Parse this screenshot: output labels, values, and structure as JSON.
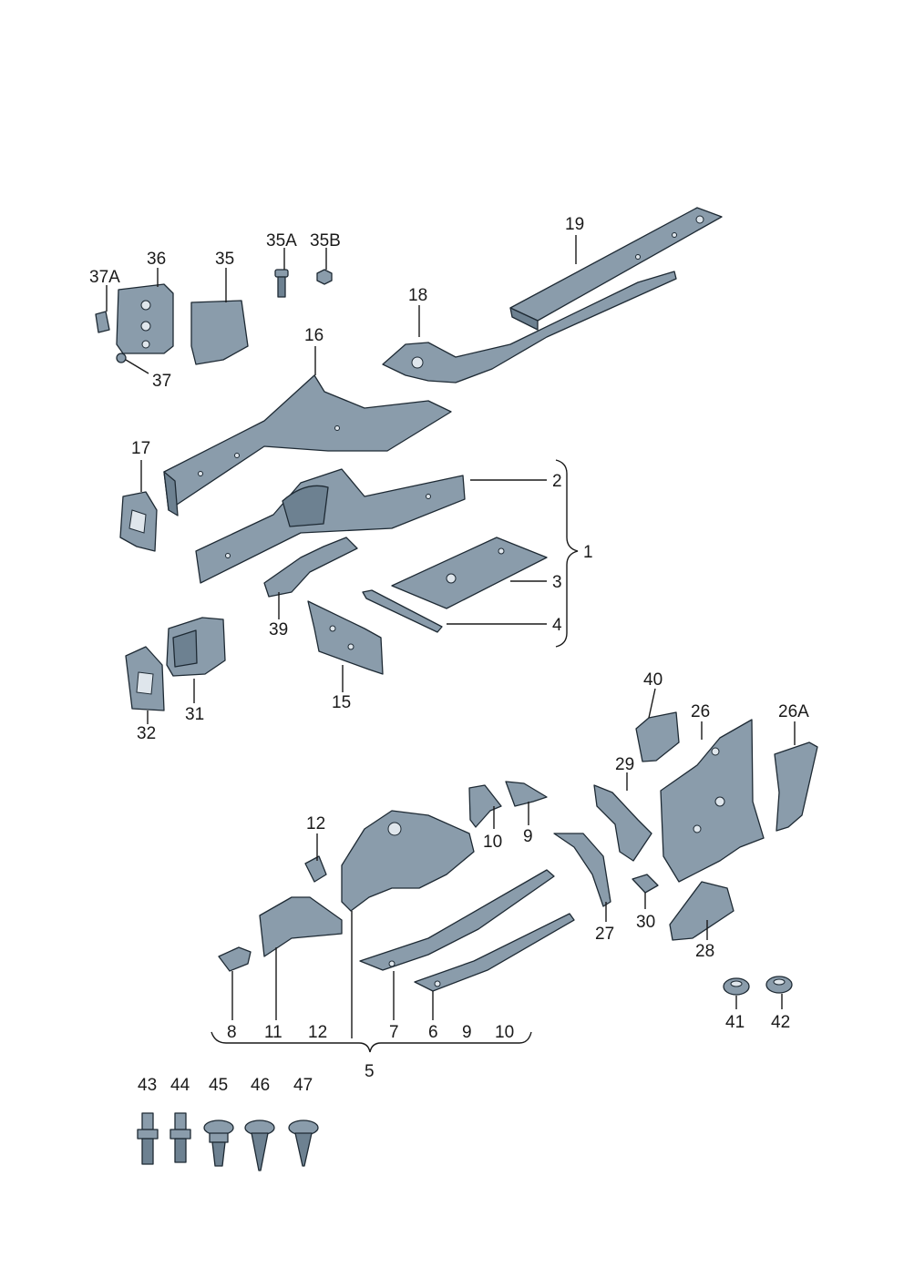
{
  "labels": {
    "p1": "1",
    "p2": "2",
    "p3": "3",
    "p4": "4",
    "p5": "5",
    "p6": "6",
    "p7": "7",
    "p8": "8",
    "p9a": "9",
    "p9b": "9",
    "p10a": "10",
    "p10b": "10",
    "p11": "11",
    "p12a": "12",
    "p12b": "12",
    "p15": "15",
    "p16": "16",
    "p17": "17",
    "p18": "18",
    "p19": "19",
    "p26": "26",
    "p26a": "26A",
    "p27": "27",
    "p28": "28",
    "p29": "29",
    "p30": "30",
    "p31": "31",
    "p32": "32",
    "p35": "35",
    "p35a": "35A",
    "p35b": "35B",
    "p36": "36",
    "p37": "37",
    "p37a": "37A",
    "p39": "39",
    "p40": "40",
    "p41": "41",
    "p42": "42",
    "p43": "43",
    "p44": "44",
    "p45": "45",
    "p46": "46",
    "p47": "47"
  }
}
